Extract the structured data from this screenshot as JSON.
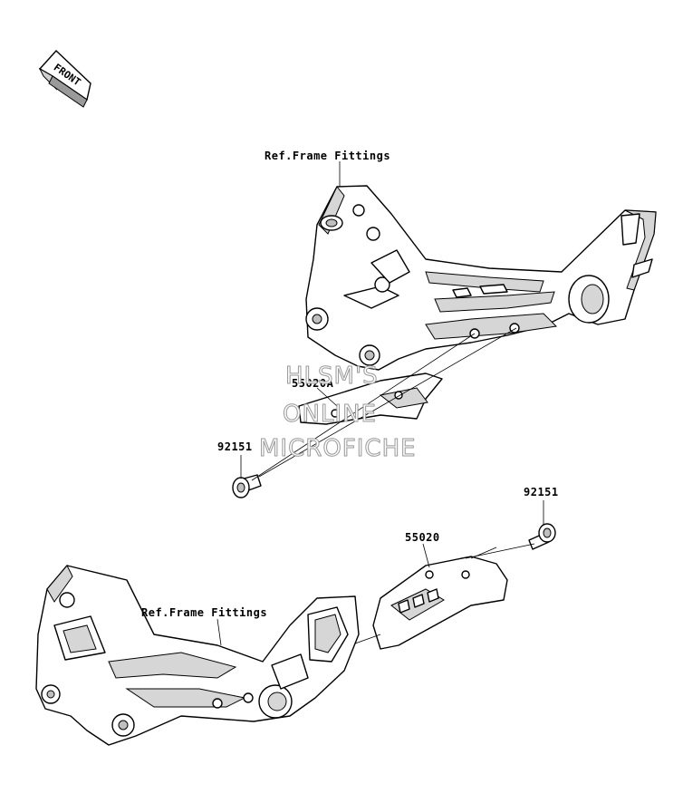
{
  "badge": {
    "front": "FRONT"
  },
  "labels": {
    "ref_upper": "Ref.Frame Fittings",
    "ref_lower": "Ref.Frame Fittings",
    "part_55020A": "55020A",
    "part_92151_left": "92151",
    "part_92151_right": "92151",
    "part_55020": "55020"
  },
  "watermark": {
    "line1": "HLSM'S",
    "line2": "ONLINE",
    "line3": "MICROFICHE"
  }
}
